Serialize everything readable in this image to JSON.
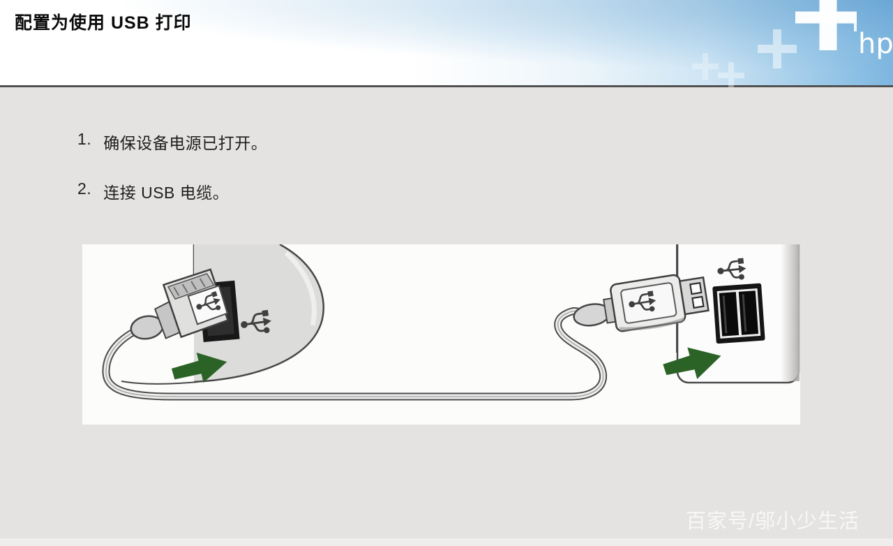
{
  "header": {
    "title": "配置为使用 USB 打印",
    "brand": "hp"
  },
  "steps": [
    {
      "number": "1.",
      "text": "确保设备电源已打开。"
    },
    {
      "number": "2.",
      "text": "连接 USB 电缆。"
    }
  ],
  "watermark": "百家号/邬小少生活",
  "colors": {
    "header_blue": "#7db6e0",
    "separator_line": "#515151",
    "content_bg": "#e5e3e1",
    "illustration_bg": "#fcfcfb",
    "arrow_green": "#2b6326",
    "outline_gray": "#474747",
    "port_black": "#151515"
  },
  "icons": {
    "brand_plus": "hp-plus-icon",
    "usb_trident": "usb-trident-icon",
    "direction_arrow": "green-arrow-icon"
  },
  "illustration_meta": {
    "left_device": "printer rear with USB-B plug inserted",
    "right_device": "computer panel with USB-A plug approaching dual USB port",
    "cable": "USB cable connecting both plugs"
  }
}
